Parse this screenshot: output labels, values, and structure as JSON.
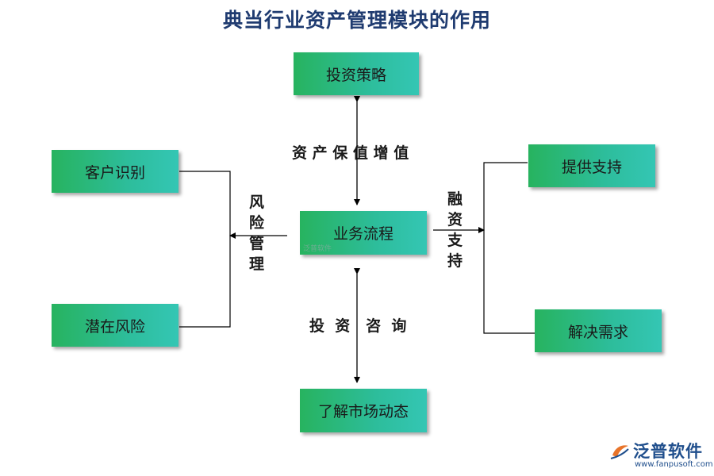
{
  "title": "典当行业资产管理模块的作用",
  "center": "业务流程",
  "nodes": {
    "top": "投资策略",
    "bottom": "了解市场动态",
    "left_top": "客户识别",
    "left_bottom": "潜在风险",
    "right_top": "提供支持",
    "right_bottom": "解决需求"
  },
  "edges": {
    "top": [
      "资",
      "产",
      "保",
      "值",
      "增",
      "值"
    ],
    "bottom": [
      "投",
      "资",
      "咨",
      "询"
    ],
    "left": [
      "风",
      "险",
      "管",
      "理"
    ],
    "right": [
      "融",
      "资",
      "支",
      "持"
    ]
  },
  "watermark": "泛普软件",
  "logo": {
    "text": "泛普软件",
    "url": "www.fanpusoft.com",
    "color": "#1f4e8c"
  },
  "colors": {
    "box_start": "#27b35f",
    "box_end": "#34c6b4",
    "title": "#1f3b70"
  }
}
